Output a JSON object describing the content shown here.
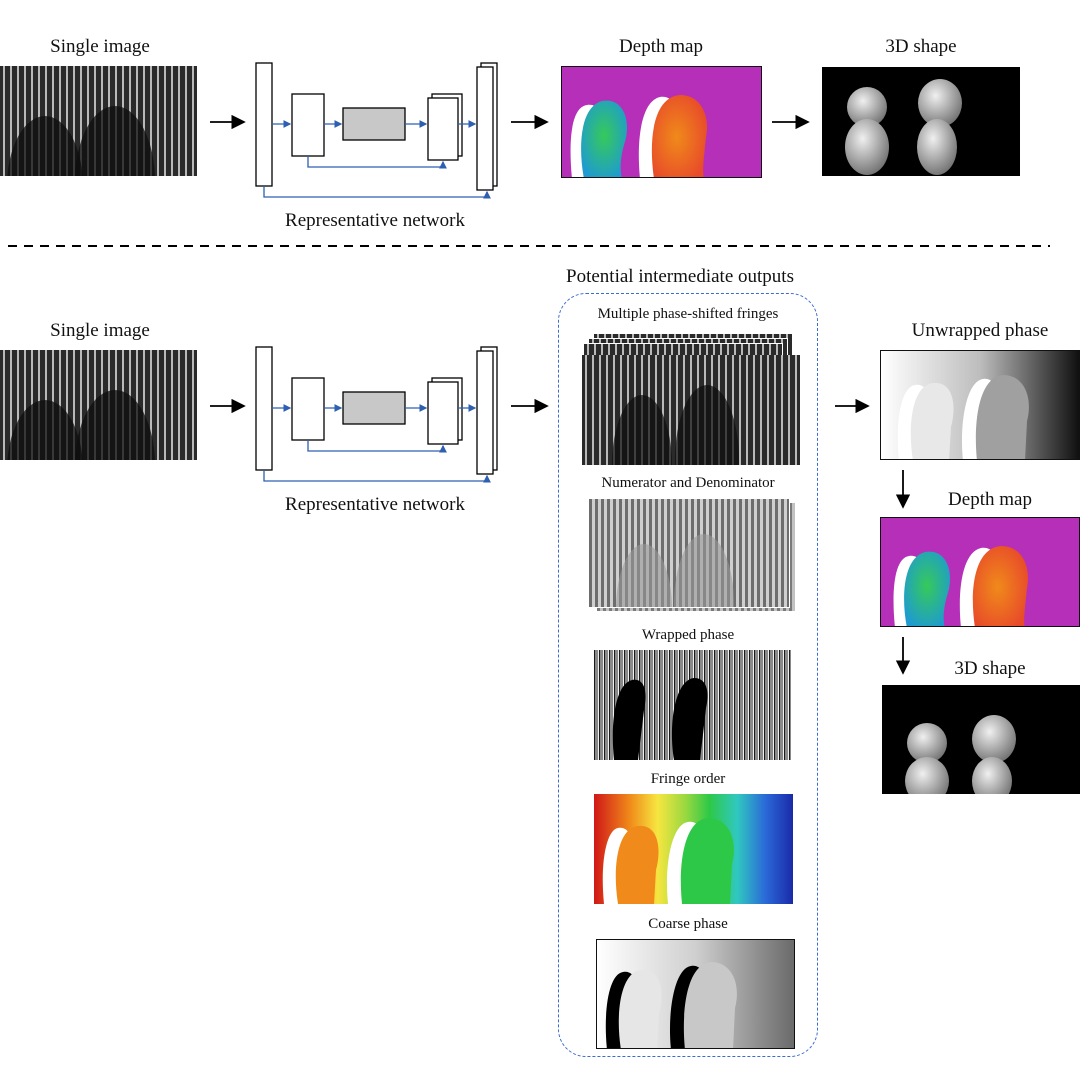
{
  "header": {
    "corner_text": ""
  },
  "top": {
    "input_label": "Single image",
    "network_label": "Representative network",
    "depth_label": "Depth map",
    "shape_label": "3D shape"
  },
  "bottom": {
    "input_label": "Single image",
    "network_label": "Representative network",
    "intermediate_title": "Potential intermediate outputs",
    "intermediates": [
      "Multiple phase-shifted fringes",
      "Numerator and Denominator",
      "Wrapped phase",
      "Fringe order",
      "Coarse phase"
    ],
    "unwrapped_label": "Unwrapped phase",
    "depth_label": "Depth map",
    "shape_label": "3D shape"
  },
  "colors": {
    "network_arrow": "#2e5fb0",
    "dashed_box": "#3b6bd1",
    "depth_background": "#b52fb8",
    "grey_block": "#c8c8c8"
  }
}
